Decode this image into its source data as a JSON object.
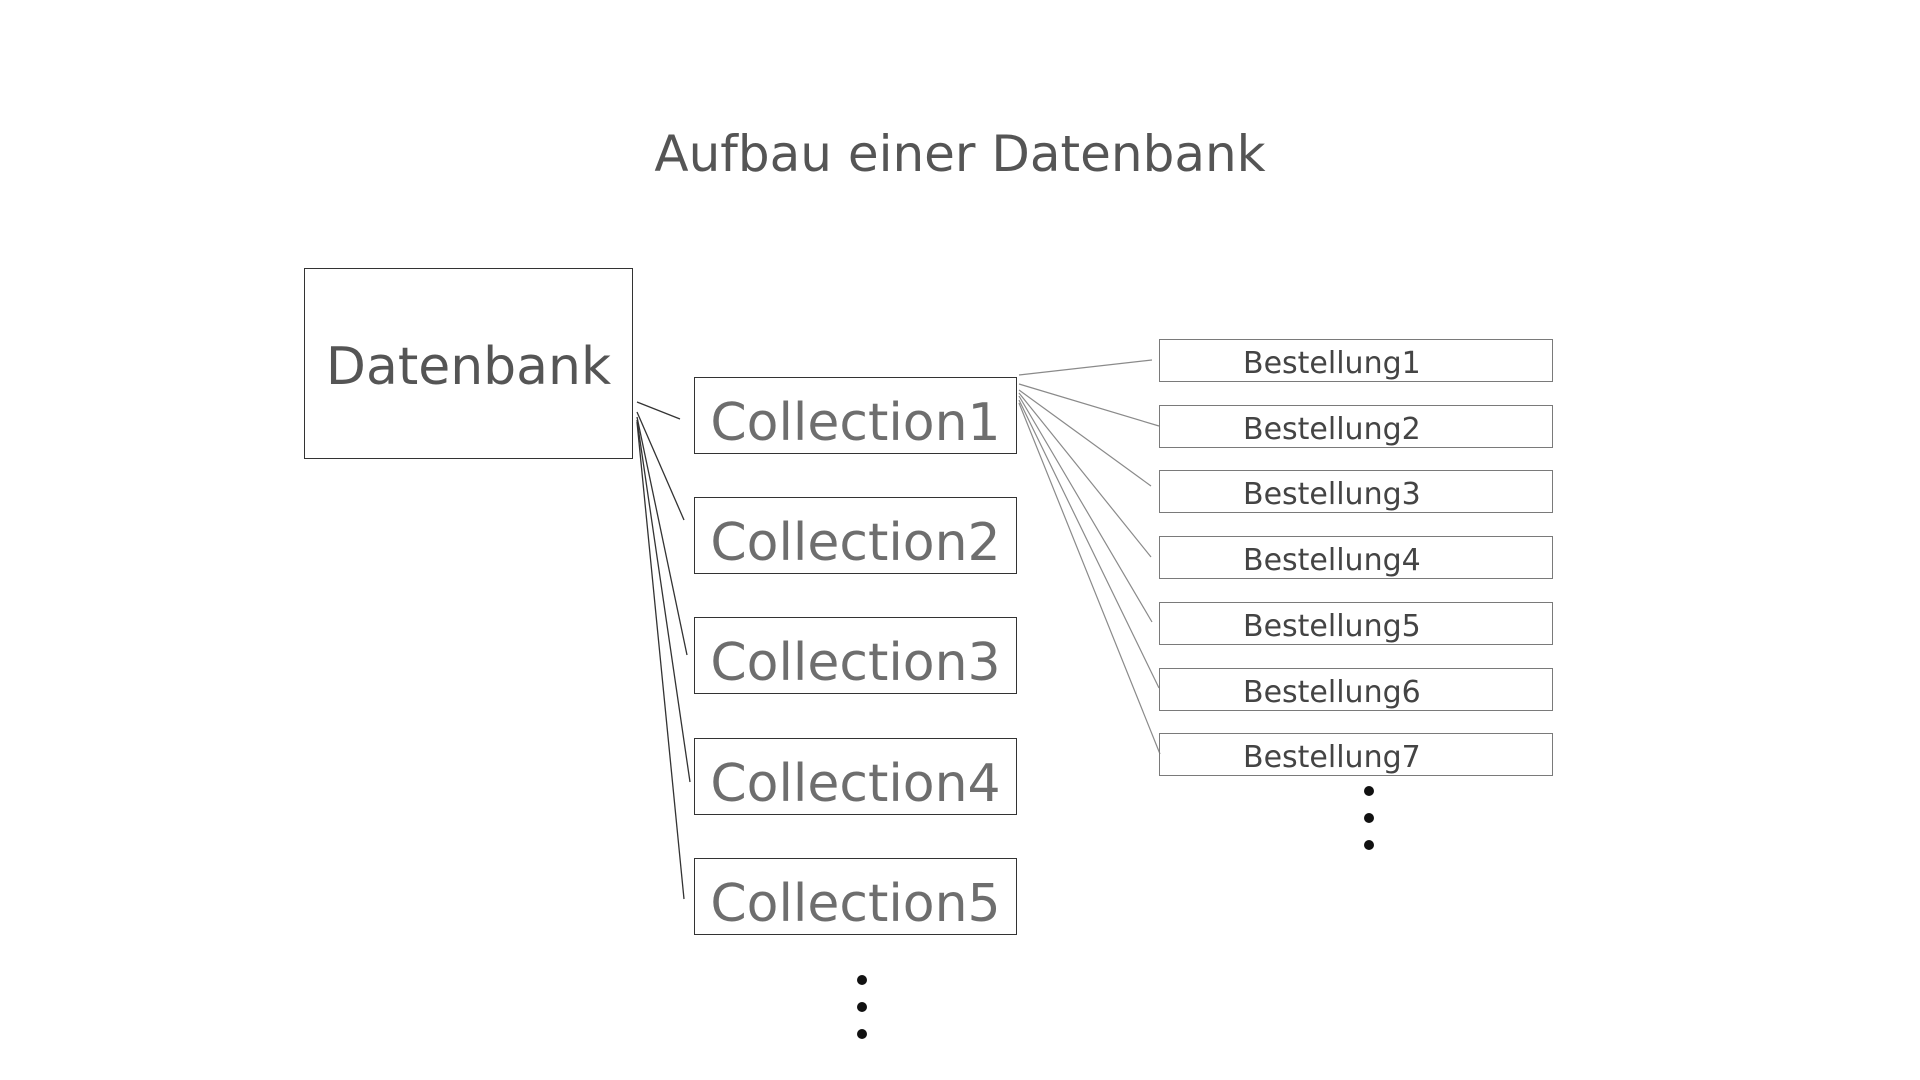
{
  "title": "Aufbau einer Datenbank",
  "database": {
    "label": "Datenbank"
  },
  "collections": [
    {
      "label": "Collection1"
    },
    {
      "label": "Collection2"
    },
    {
      "label": "Collection3"
    },
    {
      "label": "Collection4"
    },
    {
      "label": "Collection5"
    }
  ],
  "documents": [
    {
      "label": "Bestellung1"
    },
    {
      "label": "Bestellung2"
    },
    {
      "label": "Bestellung3"
    },
    {
      "label": "Bestellung4"
    },
    {
      "label": "Bestellung5"
    },
    {
      "label": "Bestellung6"
    },
    {
      "label": "Bestellung7"
    }
  ],
  "colors": {
    "box_border": "#333333",
    "connector_db": "#333333",
    "connector_docs": "#8a8a8a",
    "text_title": "#555555",
    "text_collection": "#6e6e6e",
    "text_document": "#444444"
  }
}
